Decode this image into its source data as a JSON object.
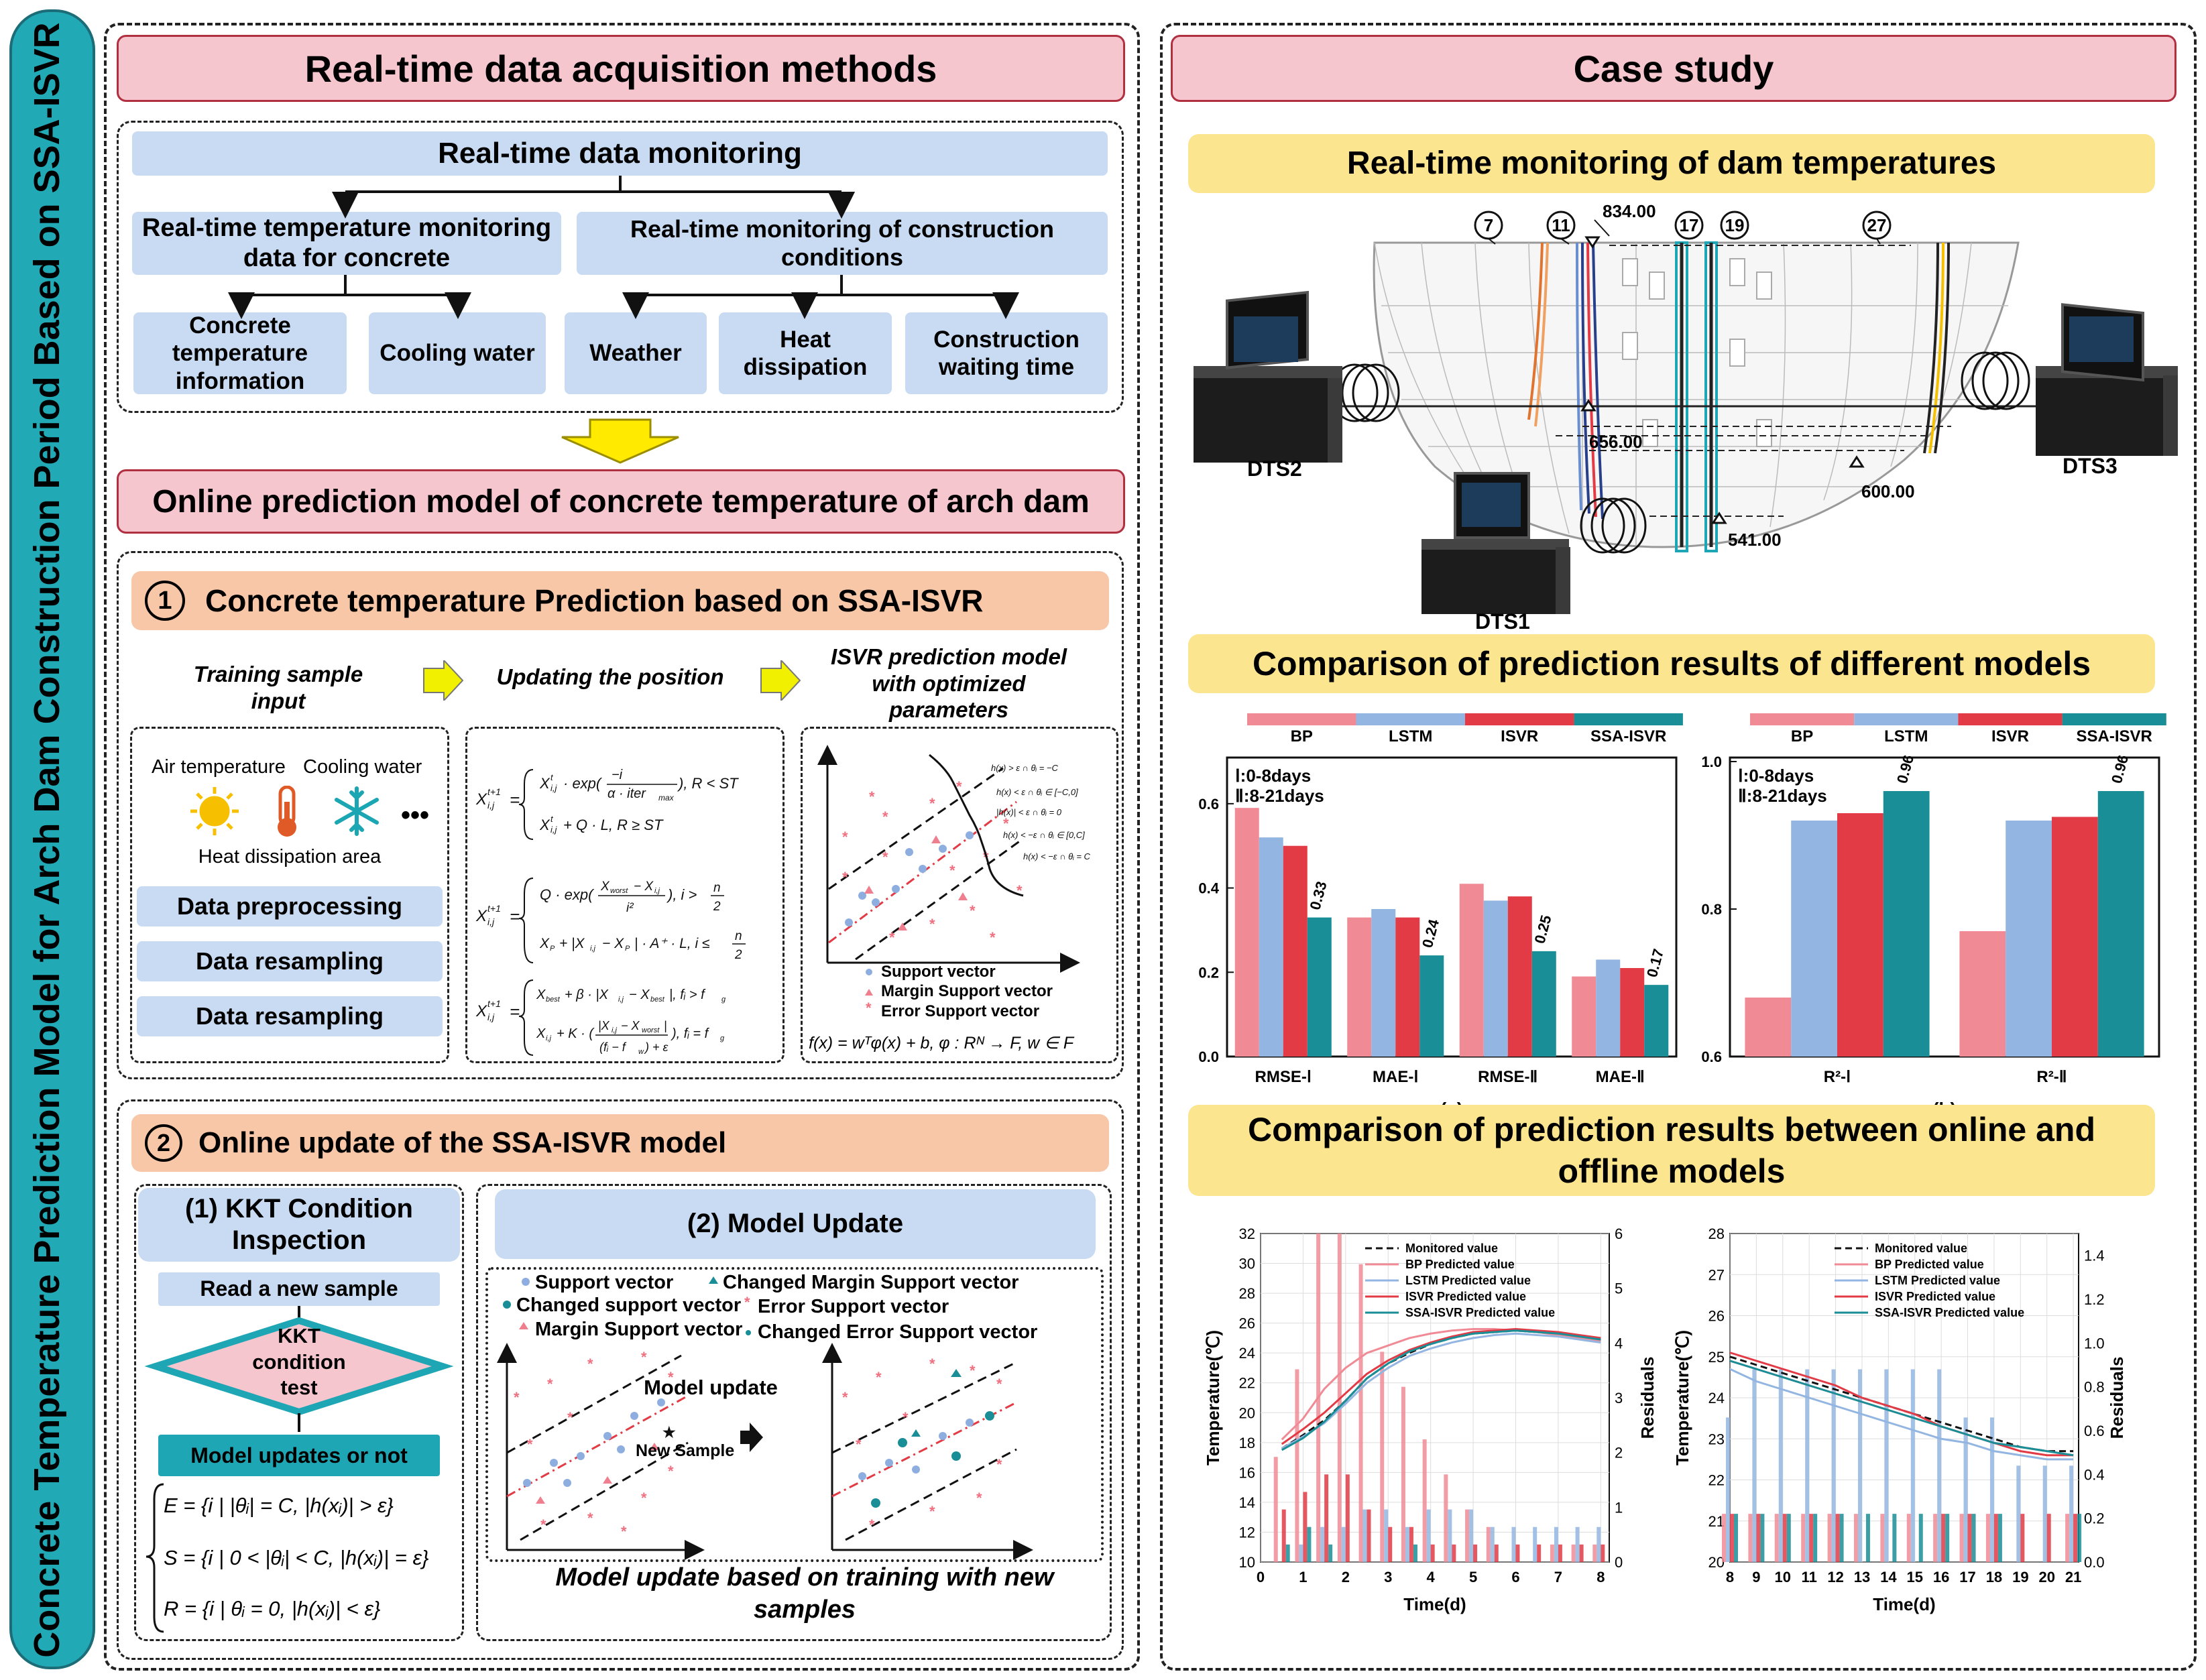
{
  "sidebar": {
    "title": "Concrete Temperature Prediction Model for Arch Dam Construction Period Based on SSA-ISVR"
  },
  "left": {
    "header": "Real-time data acquisition methods",
    "monitoring": {
      "title": "Real-time data monitoring",
      "branch_a": "Real-time temperature monitoring data for concrete",
      "branch_b": "Real-time monitoring of construction conditions",
      "leaves": [
        "Concrete temperature information",
        "Cooling water",
        "Weather",
        "Heat dissipation",
        "Construction waiting time"
      ]
    },
    "model_header": "Online prediction model of concrete temperature of arch dam",
    "section1": {
      "number": "1",
      "title": "Concrete temperature Prediction based on SSA-ISVR",
      "flow": [
        "Training sample input",
        "Updating the position",
        "ISVR prediction model with optimized parameters"
      ],
      "inputs": [
        "Air temperature",
        "Cooling water",
        "Heat dissipation area"
      ],
      "dots": "•••",
      "steps": [
        "Data preprocessing",
        "Data resampling",
        "Data resampling"
      ],
      "legend": [
        "Support vector",
        "Margin Support vector",
        "Error Support vector"
      ],
      "h_labels": [
        "h(x) > ε ∩ θᵢ = −C",
        "h(x) < ε ∩ θᵢ ∈ [−C,0]",
        "|h(x)| < ε ∩ θᵢ = 0",
        "h(x) < −ε ∩ θᵢ ∈ [0,C]",
        "h(x) < −ε ∩ θᵢ = C"
      ],
      "formula_f": "f(x) = wᵀφ(x) + b, φ : Rᴺ → F, w ∈ F"
    },
    "section2": {
      "number": "2",
      "title": "Online update of the SSA-ISVR model",
      "kkt_title": "(1) KKT Condition Inspection",
      "read_sample": "Read a new sample",
      "kkt_test": "KKT condition test",
      "update_or_not": "Model updates or not",
      "sets": [
        "E = {i | |θᵢ| = C, |h(xᵢ)| > ε}",
        "S = {i | 0 < |θᵢ| < C, |h(xᵢ)| = ε}",
        "R = {i | θᵢ = 0, |h(xᵢ)| < ε}"
      ],
      "update_title": "(2) Model Update",
      "legend": [
        "Support vector",
        "Changed support vector",
        "Margin Support vector",
        "Changed Margin Support vector",
        "Error Support vector",
        "Changed Error Support vector"
      ],
      "model_update": "Model update",
      "new_sample": "New Sample",
      "caption": "Model update based on training with new samples"
    }
  },
  "right": {
    "header": "Case study",
    "dam": {
      "title": "Real-time monitoring of dam temperatures",
      "elevations": [
        "834.00",
        "656.00",
        "600.00",
        "541.00"
      ],
      "circles": [
        "7",
        "11",
        "17",
        "19",
        "27"
      ],
      "dts": [
        "DTS2",
        "DTS3",
        "DTS1"
      ]
    },
    "compare_title": "Comparison of prediction results of different models",
    "online_title": "Comparison of prediction results between online and offline models"
  },
  "colors": {
    "bp": "#f08b96",
    "lstm": "#93b5e1",
    "isvr": "#e23b45",
    "ssa": "#1a8e96",
    "accent": "#1fa6b4"
  },
  "chart_data": [
    {
      "type": "bar",
      "label": "(a)",
      "categories": [
        "RMSE-Ⅰ",
        "MAE-Ⅰ",
        "RMSE-Ⅱ",
        "MAE-Ⅱ"
      ],
      "series": [
        {
          "name": "BP",
          "values": [
            0.59,
            0.33,
            0.41,
            0.19
          ]
        },
        {
          "name": "LSTM",
          "values": [
            0.52,
            0.35,
            0.37,
            0.23
          ]
        },
        {
          "name": "ISVR",
          "values": [
            0.5,
            0.33,
            0.38,
            0.21
          ]
        },
        {
          "name": "SSA-ISVR",
          "values": [
            0.33,
            0.24,
            0.25,
            0.17
          ]
        }
      ],
      "data_labels": [
        "0.33",
        "0.24",
        "0.25",
        "0.17"
      ],
      "ylim": [
        0,
        0.7
      ],
      "yticks": [
        "0.0",
        "0.2",
        "0.4",
        "0.6"
      ],
      "annotations": [
        "Ⅰ:0-8days",
        "Ⅱ:8-21days"
      ]
    },
    {
      "type": "bar",
      "label": "(b)",
      "categories": [
        "R²-Ⅰ",
        "R²-Ⅱ"
      ],
      "series": [
        {
          "name": "BP",
          "values": [
            0.68,
            0.77
          ]
        },
        {
          "name": "LSTM",
          "values": [
            0.92,
            0.92
          ]
        },
        {
          "name": "ISVR",
          "values": [
            0.93,
            0.925
          ]
        },
        {
          "name": "SSA-ISVR",
          "values": [
            0.96,
            0.96
          ]
        }
      ],
      "data_labels": [
        "0.96",
        "0.96"
      ],
      "ylim": [
        0.6,
        1.0
      ],
      "yticks": [
        "0.6",
        "0.8",
        "1.0"
      ],
      "annotations": [
        "Ⅰ:0-8days",
        "Ⅱ:8-21days"
      ]
    },
    {
      "type": "line",
      "xlabel": "Time(d)",
      "ylabel": "Temperature(℃)",
      "y2label": "Residuals",
      "xlim": [
        0,
        8.2
      ],
      "ylim": [
        10,
        32
      ],
      "y2lim": [
        0,
        6
      ],
      "xticks": [
        "0",
        "1",
        "2",
        "3",
        "4",
        "5",
        "6",
        "7",
        "8"
      ],
      "yticks": [
        "10",
        "12",
        "14",
        "16",
        "18",
        "20",
        "22",
        "24",
        "26",
        "28",
        "30",
        "32"
      ],
      "y2ticks": [
        "0",
        "1",
        "2",
        "3",
        "4",
        "5",
        "6"
      ],
      "x": [
        0.5,
        1,
        1.5,
        2,
        2.5,
        3,
        3.5,
        4,
        4.5,
        5,
        5.5,
        6,
        6.5,
        7,
        7.5,
        8
      ],
      "series": [
        {
          "name": "Monitored value",
          "values": [
            17.6,
            18.5,
            19.5,
            20.8,
            22.3,
            23.3,
            24.0,
            24.6,
            25.0,
            25.3,
            25.4,
            25.5,
            25.4,
            25.3,
            25.1,
            24.9
          ]
        },
        {
          "name": "BP Predicted value",
          "values": [
            18.2,
            19.6,
            21.6,
            23.0,
            24.0,
            24.5,
            25.0,
            25.3,
            25.5,
            25.6,
            25.6,
            25.5,
            25.4,
            25.2,
            25.0,
            24.8
          ]
        },
        {
          "name": "LSTM Predicted value",
          "values": [
            17.6,
            18.4,
            19.3,
            20.6,
            22.0,
            23.0,
            23.8,
            24.3,
            24.7,
            25.0,
            25.2,
            25.3,
            25.2,
            25.1,
            24.9,
            24.7
          ]
        },
        {
          "name": "ISVR Predicted value",
          "values": [
            17.9,
            18.9,
            20.0,
            21.3,
            22.6,
            23.5,
            24.2,
            24.7,
            25.1,
            25.4,
            25.5,
            25.6,
            25.5,
            25.4,
            25.2,
            25.0
          ]
        },
        {
          "name": "SSA-ISVR Predicted value",
          "values": [
            17.5,
            18.3,
            19.4,
            20.8,
            22.3,
            23.3,
            24.1,
            24.6,
            25.0,
            25.3,
            25.4,
            25.5,
            25.4,
            25.3,
            25.1,
            24.9
          ]
        }
      ]
    },
    {
      "type": "line",
      "xlabel": "Time(d)",
      "ylabel": "Temperature(℃)",
      "y2label": "Residuals",
      "xlim": [
        8,
        21.2
      ],
      "ylim": [
        20,
        28
      ],
      "y2lim": [
        0,
        1.5
      ],
      "xticks": [
        "8",
        "9",
        "10",
        "11",
        "12",
        "13",
        "14",
        "15",
        "16",
        "17",
        "18",
        "19",
        "20",
        "21"
      ],
      "yticks": [
        "20",
        "21",
        "22",
        "23",
        "24",
        "25",
        "26",
        "27",
        "28"
      ],
      "y2ticks": [
        "0.0",
        "0.2",
        "0.4",
        "0.6",
        "0.8",
        "1.0",
        "1.2",
        "1.4"
      ],
      "x": [
        8,
        9,
        10,
        11,
        12,
        13,
        14,
        15,
        16,
        17,
        18,
        19,
        20,
        21
      ],
      "series": [
        {
          "name": "Monitored value",
          "values": [
            25.0,
            24.8,
            24.6,
            24.4,
            24.2,
            24.0,
            23.8,
            23.6,
            23.4,
            23.2,
            23.0,
            22.8,
            22.7,
            22.7
          ]
        },
        {
          "name": "BP Predicted value",
          "values": [
            24.9,
            24.7,
            24.5,
            24.3,
            24.1,
            23.9,
            23.7,
            23.5,
            23.3,
            23.1,
            22.9,
            22.8,
            22.7,
            22.6
          ]
        },
        {
          "name": "LSTM Predicted value",
          "values": [
            24.7,
            24.4,
            24.2,
            24.0,
            23.8,
            23.6,
            23.4,
            23.2,
            23.0,
            22.9,
            22.7,
            22.6,
            22.5,
            22.5
          ]
        },
        {
          "name": "ISVR Predicted value",
          "values": [
            25.1,
            24.9,
            24.7,
            24.5,
            24.3,
            24.0,
            23.8,
            23.6,
            23.3,
            23.1,
            22.9,
            22.7,
            22.6,
            22.6
          ]
        },
        {
          "name": "SSA-ISVR Predicted value",
          "values": [
            24.9,
            24.7,
            24.5,
            24.3,
            24.1,
            23.9,
            23.7,
            23.5,
            23.3,
            23.1,
            22.9,
            22.8,
            22.7,
            22.6
          ]
        }
      ]
    }
  ]
}
